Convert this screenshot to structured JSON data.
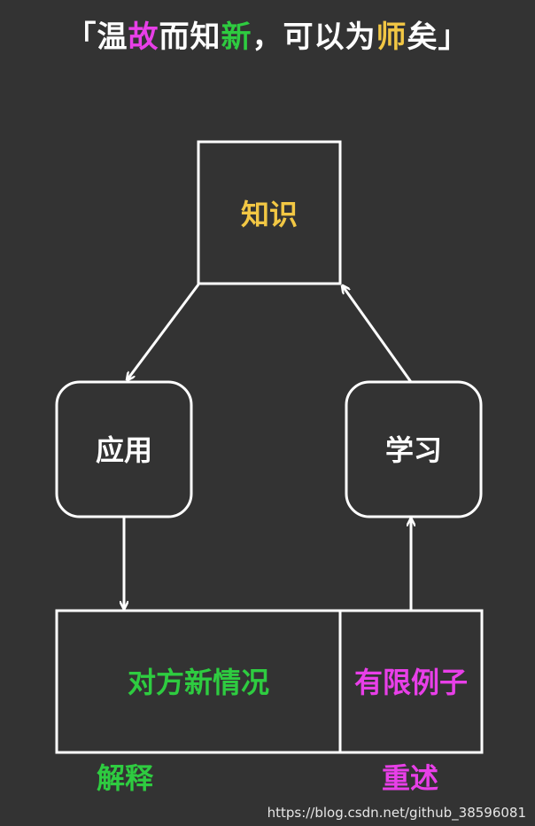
{
  "title": {
    "open_bracket": "「",
    "part1": "温",
    "part2": "故",
    "part3": "而知",
    "part4": "新",
    "part5": "，可以为",
    "part6": "师",
    "part7": "矣",
    "close_bracket": "」"
  },
  "nodes": {
    "knowledge": "知识",
    "apply": "应用",
    "learn": "学习",
    "new_situation": "对方新情况",
    "limited_examples": "有限例子"
  },
  "labels": {
    "explain": "解释",
    "restate": "重述"
  },
  "watermark": "https://blog.csdn.net/github_38596081",
  "colors": {
    "background": "#333333",
    "white": "#ffffff",
    "green": "#2ecc40",
    "magenta": "#e83fe8",
    "yellow": "#f2c744"
  }
}
